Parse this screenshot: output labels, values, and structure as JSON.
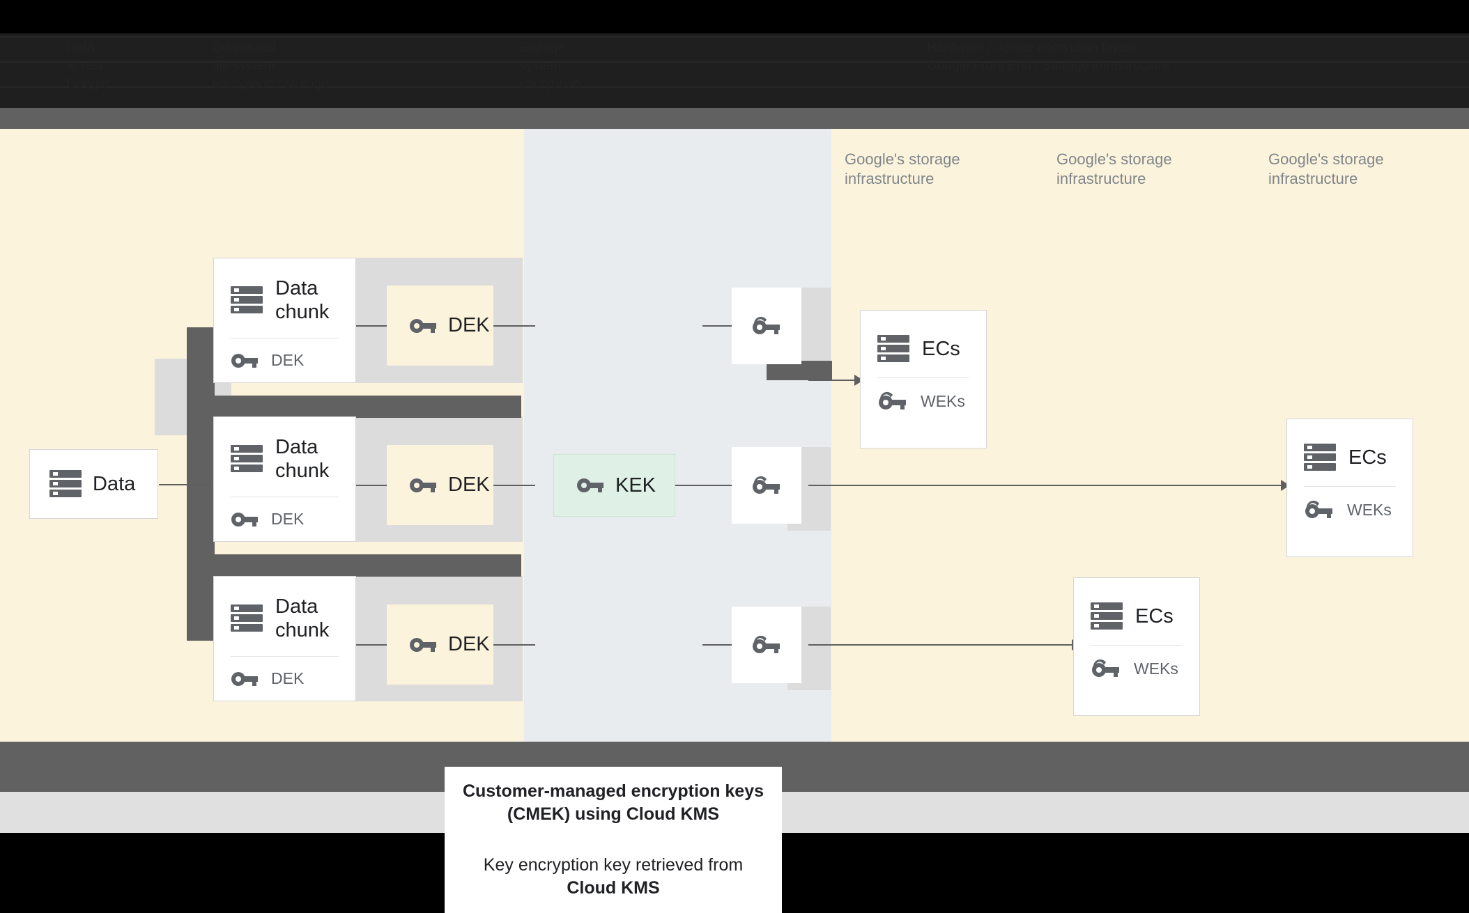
{
  "header": {
    "columns": [
      "Data\nat rest\nGoogle",
      "Distributed\nfile system\nencryption / storage",
      "Storage\nsystem\nencryption",
      "Hardware / device encryption layers\nGoogle Front End / Storage infrastructure"
    ]
  },
  "diagram": {
    "title": "Customer-managed encryption keys (CMEK) using Cloud KMS",
    "source_card": {
      "label": "Data",
      "icon": "database-icon"
    },
    "chunks": [
      {
        "label": "Data\nchunk",
        "key_label": "DEK",
        "key_icon": "key-icon"
      },
      {
        "label": "Data\nchunk",
        "key_label": "DEK",
        "key_icon": "key-icon"
      },
      {
        "label": "Data\nchunk",
        "key_label": "DEK",
        "key_icon": "key-icon"
      }
    ],
    "deks": [
      {
        "label": "DEK",
        "icon": "key-icon"
      },
      {
        "label": "DEK",
        "icon": "key-icon"
      },
      {
        "label": "DEK",
        "icon": "key-icon"
      }
    ],
    "kek": {
      "label": "KEK",
      "icon": "key-icon"
    },
    "wrapped_keys": [
      {
        "icon": "wrapped-key-icon"
      },
      {
        "icon": "wrapped-key-icon"
      },
      {
        "icon": "wrapped-key-icon"
      }
    ],
    "infra_labels": [
      "Google's storage\ninfrastructure",
      "Google's storage\ninfrastructure",
      "Google's storage\ninfrastructure"
    ],
    "ec_cards": [
      {
        "label": "ECs",
        "key_label": "WEKs",
        "icon": "database-icon",
        "key_icon": "wrapped-key-icon"
      },
      {
        "label": "ECs",
        "key_label": "WEKs",
        "icon": "database-icon",
        "key_icon": "wrapped-key-icon"
      },
      {
        "label": "ECs",
        "key_label": "WEKs",
        "icon": "database-icon",
        "key_icon": "wrapped-key-icon"
      }
    ]
  },
  "caption": {
    "line1": "Customer-managed encryption keys",
    "line2": "(CMEK) using Cloud KMS",
    "line3": "Key encryption key retrieved from",
    "line4": "Cloud KMS"
  },
  "colors": {
    "cream": "#fbf3dc",
    "center_panel": "#e8ecee",
    "dek_fill": "#fbf3dc",
    "kek_fill": "#dff0e6",
    "dark_gray": "#616161",
    "slab_gray": "#dcdcdc",
    "page_gray": "#e0e0e0",
    "icon_gray": "#5f6368",
    "label_gray": "#80868b"
  }
}
